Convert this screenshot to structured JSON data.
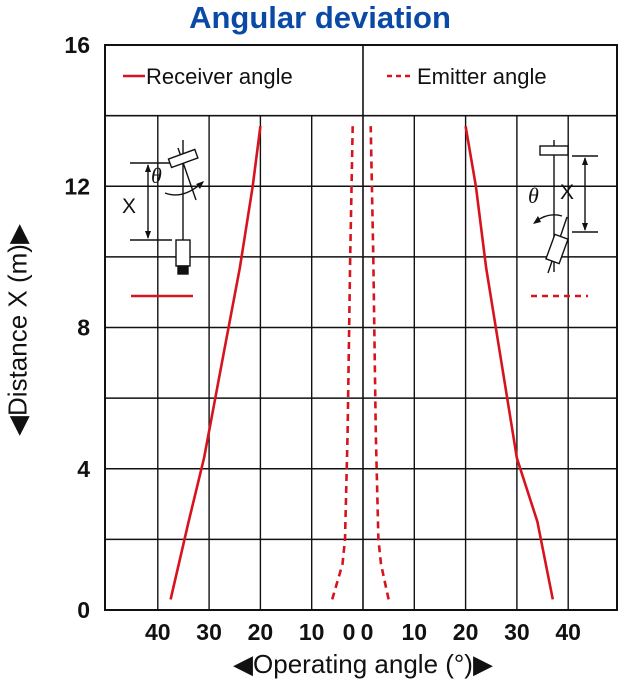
{
  "chart_data": {
    "type": "line",
    "title": "Angular deviation",
    "xlabel": "◀Operating angle (°)▶",
    "ylabel": "◀Distance X (m)▶",
    "x_tick_labels": [
      "40",
      "30",
      "20",
      "10",
      "0",
      "0",
      "10",
      "20",
      "30",
      "40"
    ],
    "y_tick_labels": [
      "0",
      "4",
      "8",
      "12",
      "16"
    ],
    "ylim": [
      0,
      16
    ],
    "xlim_each_side": [
      0,
      50
    ],
    "grid": true,
    "legend": {
      "placement": "top",
      "entries": [
        "Receiver angle",
        "Emitter angle"
      ]
    },
    "series": [
      {
        "name": "Receiver angle",
        "style": "solid",
        "color": "#d7141d",
        "side": "left",
        "x": [
          37.5,
          34,
          31,
          27.5,
          24,
          21.5,
          20
        ],
        "y": [
          0.3,
          2.5,
          4.3,
          7,
          9.7,
          12,
          13.7
        ]
      },
      {
        "name": "Receiver angle",
        "style": "solid",
        "color": "#d7141d",
        "side": "right",
        "x": [
          37,
          34,
          30,
          27,
          24,
          22,
          20
        ],
        "y": [
          0.3,
          2.5,
          4.3,
          7,
          9.7,
          12,
          13.7
        ]
      },
      {
        "name": "Emitter angle",
        "style": "dashed",
        "color": "#d7141d",
        "side": "left",
        "x": [
          6,
          4,
          3.5,
          3,
          2.5,
          2
        ],
        "y": [
          0.3,
          1.3,
          2,
          5,
          10,
          13.7
        ]
      },
      {
        "name": "Emitter angle",
        "style": "dashed",
        "color": "#d7141d",
        "side": "right",
        "x": [
          5,
          3.5,
          3,
          2.5,
          2,
          1.5
        ],
        "y": [
          0.3,
          1.3,
          2,
          5,
          10,
          13.7
        ]
      }
    ],
    "insets": {
      "left": {
        "variable": "X",
        "angle": "θ",
        "line_style": "solid"
      },
      "right": {
        "variable": "X",
        "angle": "θ",
        "line_style": "dashed"
      }
    }
  }
}
